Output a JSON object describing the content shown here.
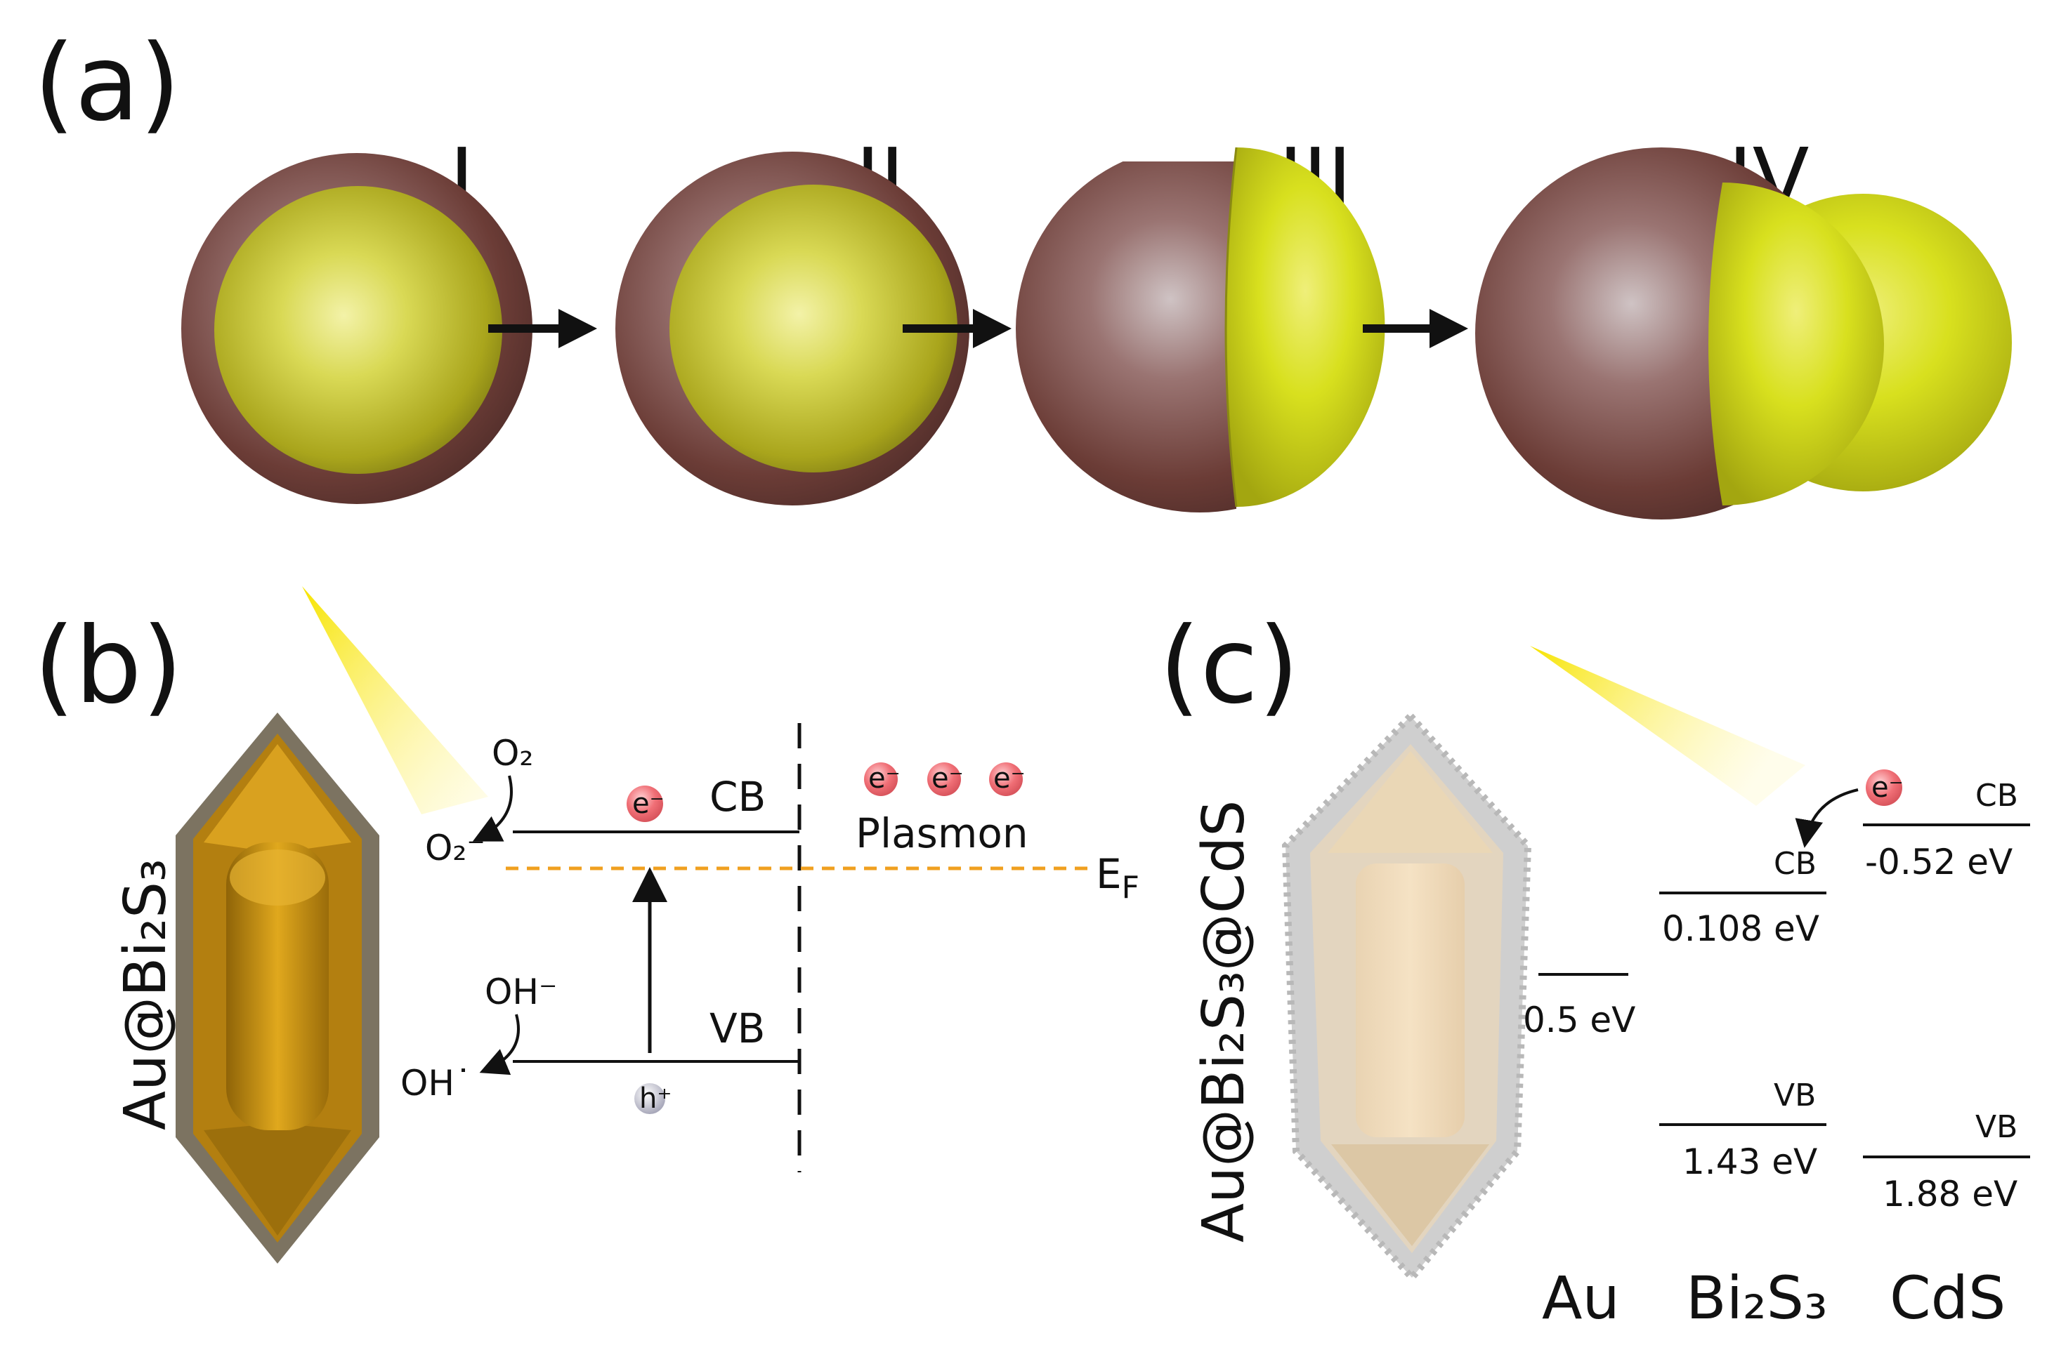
{
  "panel_a": {
    "label": "(a)",
    "stages": [
      {
        "label": "I"
      },
      {
        "label": "II"
      },
      {
        "label": "III"
      },
      {
        "label": "IV"
      }
    ]
  },
  "panel_b": {
    "label": "(b)",
    "rod_label": "Au@Bi₂S₃",
    "o2": "O₂",
    "o2_radical": "O₂⁻",
    "oh_minus": "OH⁻",
    "oh_radical": "OH˙",
    "cb": "CB",
    "vb": "VB",
    "electron": "e⁻",
    "hole": "h⁺",
    "plasmon": "Plasmon",
    "fermi_level": "E",
    "fermi_sub": "F"
  },
  "panel_c": {
    "label": "(c)",
    "rod_label": "Au@Bi₂S₃@CdS",
    "au_level": "0.5 eV",
    "bi2s3_cb_label": "CB",
    "bi2s3_cb": "0.108 eV",
    "bi2s3_vb_label": "VB",
    "bi2s3_vb": "1.43 eV",
    "cds_cb_label": "CB",
    "cds_cb": "-0.52 eV",
    "cds_vb_label": "VB",
    "cds_vb": "1.88 eV",
    "electron": "e⁻",
    "materials": [
      "Au",
      "Bi₂S₃",
      "CdS"
    ]
  },
  "colors": {
    "shell": "#6b3c36",
    "core": "#cfd62e",
    "rod": "#c68f12",
    "rod_shell": "#6e6450",
    "electron": "#f06f76",
    "hole": "#c9c9d6",
    "fermi": "#f0a020",
    "light": "#f5e400"
  }
}
